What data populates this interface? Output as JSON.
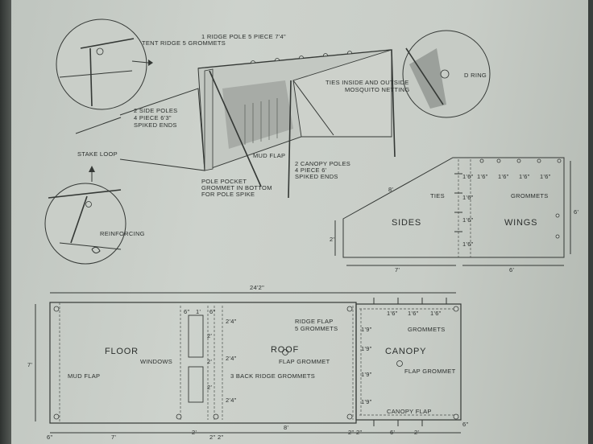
{
  "labels": {
    "tent_ridge": "TENT RIDGE 5 GROMMETS",
    "ridge_pole": "1 RIDGE POLE 5 PIECE 7'4\"",
    "ties_inside": "TIES INSIDE AND OUTSIDE",
    "mosquito": "MOSQUITO NETTING",
    "d_ring": "D RING",
    "side_poles_1": "2 SIDE POLES",
    "side_poles_2": "4 PIECE 6'3\"",
    "side_poles_3": "SPIKED ENDS",
    "stake_loop": "STAKE LOOP",
    "mud_flap_top": "MUD FLAP",
    "pole_pocket_1": "POLE POCKET",
    "pole_pocket_2": "GROMMET IN BOTTOM",
    "pole_pocket_3": "FOR POLE SPIKE",
    "canopy_poles_1": "2 CANOPY POLES",
    "canopy_poles_2": "4 PIECE 6'",
    "canopy_poles_3": "SPIKED ENDS",
    "reinforcing": "REINFORCING",
    "sides": "SIDES",
    "wings": "WINGS",
    "ties": "TIES",
    "grommets_wing": "GROMMETS",
    "floor": "FLOOR",
    "windows": "WINDOWS",
    "mud_flap": "MUD FLAP",
    "roof": "ROOF",
    "flap_grommet_roof": "FLAP GROMMET",
    "ridge_flap_1": "RIDGE FLAP",
    "ridge_flap_2": "5 GROMMETS",
    "back_ridge": "3 BACK RIDGE GROMMETS",
    "canopy": "CANOPY",
    "flap_grommet_canopy": "FLAP GROMMET",
    "grommets_canopy": "GROMMETS",
    "canopy_flap": "CANOPY FLAP"
  },
  "dims": {
    "wing_8": "8'",
    "wing_2": "2'",
    "wing_7": "7'",
    "wing_6b": "6'",
    "wing_6r": "6'",
    "wing_top_1": "1'6\"",
    "wing_top_2": "1'6\"",
    "wing_top_3": "1'6\"",
    "wing_top_4": "1'6\"",
    "wing_col_1": "1'6\"",
    "wing_col_2": "1'6\"",
    "wing_col_3": "1'6\"",
    "wing_col_4": "1'6\"",
    "total_width": "24'2\"",
    "height_7": "7'",
    "floor_6": "6\"",
    "floor_7": "7'",
    "floor_2": "2'",
    "roof_8": "8'",
    "gap_2a": "2\"",
    "gap_2b": "2\"",
    "gap_2c": "2\"",
    "gap_2d": "2\"",
    "win_top_a": "6\"",
    "win_top_b": "1'",
    "win_top_c": "6\"",
    "win_h_1": "2'",
    "win_h_2": "2'",
    "win_h_3": "2'",
    "side_24_1": "2'4\"",
    "side_24_2": "2'4\"",
    "side_24_3": "2'4\"",
    "can_19_1": "1'9\"",
    "can_19_2": "1'9\"",
    "can_19_3": "1'9\"",
    "can_19_4": "1'9\"",
    "can_top_1": "1'6\"",
    "can_top_2": "1'6\"",
    "can_top_3": "1'6\"",
    "can_bot_6": "6'",
    "can_bot_2": "2'",
    "can_6in": "6\""
  }
}
